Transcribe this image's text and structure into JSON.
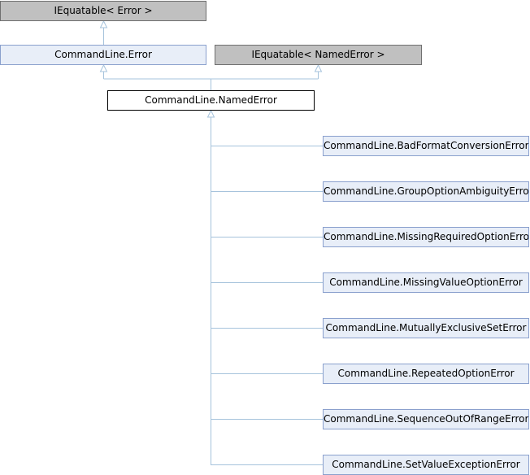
{
  "colors": {
    "edge": "#a6c3dc",
    "external_fill": "#c0c0c0",
    "class_fill": "#e8eef8",
    "class_border": "#8aa0cd",
    "current_border": "#000000"
  },
  "nodes": {
    "iequatable_error": "IEquatable< Error >",
    "error": "CommandLine.Error",
    "iequatable_named_error": "IEquatable< NamedError >",
    "named_error": "CommandLine.NamedError",
    "children": [
      "CommandLine.BadFormatConversionError",
      "CommandLine.GroupOptionAmbiguityError",
      "CommandLine.MissingRequiredOptionError",
      "CommandLine.MissingValueOptionError",
      "CommandLine.MutuallyExclusiveSetError",
      "CommandLine.RepeatedOptionError",
      "CommandLine.SequenceOutOfRangeError",
      "CommandLine.SetValueExceptionError"
    ]
  }
}
